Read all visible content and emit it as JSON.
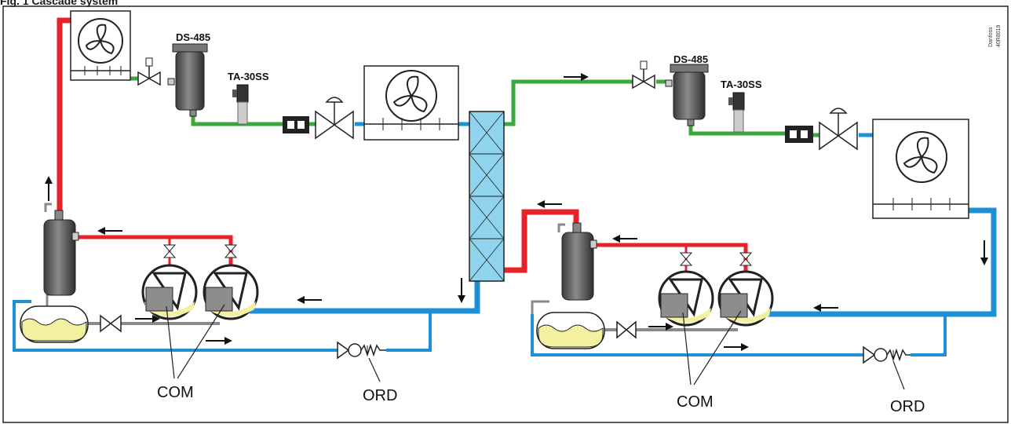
{
  "heading": "Fig. 1 Cascade system",
  "brand": "Danfoss",
  "code": "40R8019",
  "labels": {
    "ds1": "DS-485",
    "ta1": "TA-30SS",
    "ds2": "DS-485",
    "ta2": "TA-30SS",
    "com1": "COM",
    "ord1": "ORD",
    "com2": "COM",
    "ord2": "ORD"
  },
  "colors": {
    "discharge": "#e8222a",
    "liquid": "#3aa83a",
    "suction": "#1e90d6",
    "oil": "#8a8a8a",
    "exchanger": "#8fd3ec",
    "oil_fill": "#f3f0a0"
  },
  "icons": [
    "fan-icon",
    "solenoid-valve-icon",
    "expansion-valve-icon",
    "sight-glass-icon",
    "check-valve-icon",
    "compressor-icon",
    "oil-separator-icon",
    "filter-drier-icon",
    "pressure-transmitter-icon"
  ]
}
